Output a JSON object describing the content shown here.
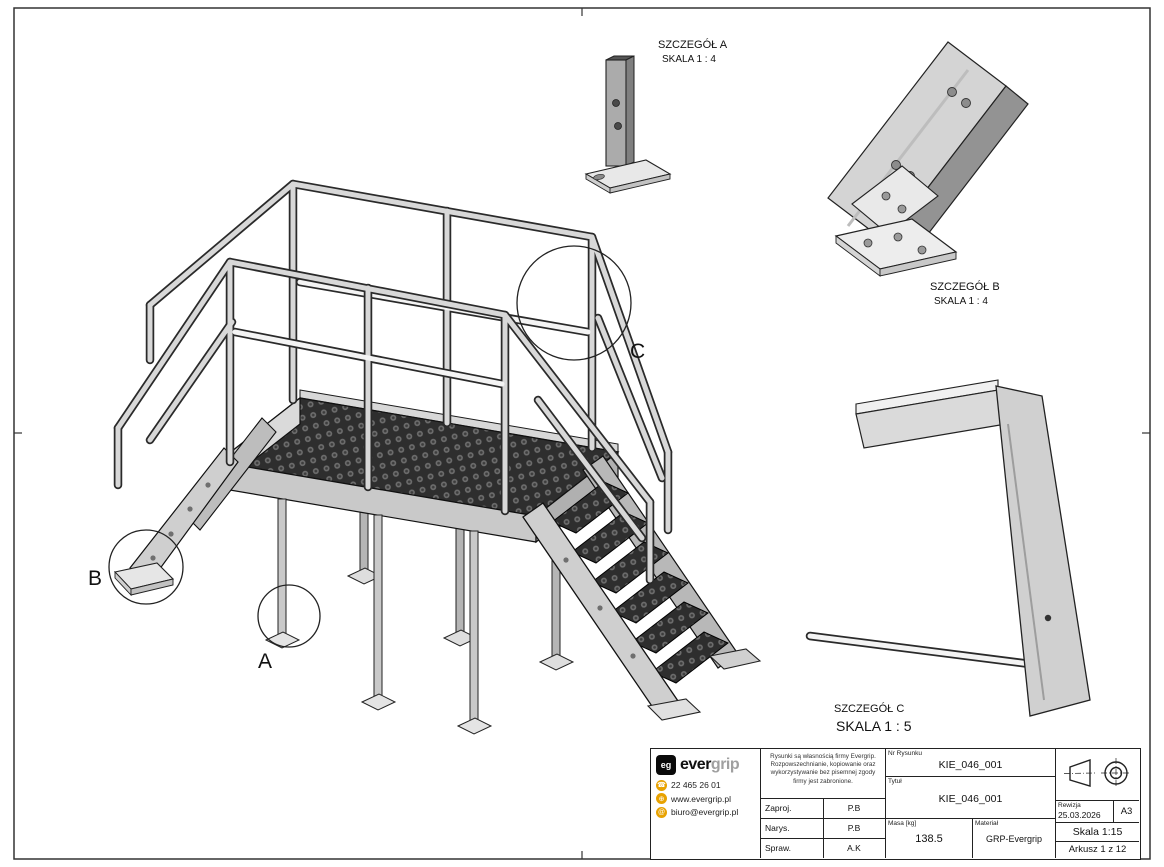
{
  "details": {
    "a": {
      "title": "SZCZEGÓŁ A",
      "scale": "SKALA 1 : 4"
    },
    "b": {
      "title": "SZCZEGÓŁ B",
      "scale": "SKALA 1 : 4"
    },
    "c": {
      "title": "SZCZEGÓŁ C",
      "scale": "SKALA  1 : 5"
    }
  },
  "callouts": {
    "a": "A",
    "b": "B",
    "c": "C"
  },
  "title_block": {
    "logo": {
      "icon": "eg",
      "name_black": "ever",
      "name_gray": "grip"
    },
    "contacts": [
      {
        "icon": "phone-icon",
        "glyph": "☎",
        "text": "22 465 26 01"
      },
      {
        "icon": "globe-icon",
        "glyph": "⊕",
        "text": "www.evergrip.pl"
      },
      {
        "icon": "email-icon",
        "glyph": "@",
        "text": "biuro@evergrip.pl"
      }
    ],
    "copyright": "Rysunki są własnością firmy Evergrip. Rozpowszechnianie, kopiowanie oraz wykorzystywanie bez pisemnej zgody firmy jest zabronione.",
    "sign_rows": [
      {
        "label": "Zaproj.",
        "value": "P.B"
      },
      {
        "label": "Narys.",
        "value": "P.B"
      },
      {
        "label": "Spraw.",
        "value": "A.K"
      }
    ],
    "nr_rysunku": {
      "label": "Nr Rysunku",
      "value": "KIE_046_001"
    },
    "tytul": {
      "label": "Tytuł",
      "value": "KIE_046_001"
    },
    "masa": {
      "label": "Masa [kg]",
      "value": "138.5"
    },
    "material": {
      "label": "Materiał",
      "value": "GRP-Evergrip"
    },
    "rewizja": {
      "label": "Rewizja",
      "value": "25.03.2026"
    },
    "format": "A3",
    "skala": "Skala 1:15",
    "arkusz": "Arkusz 1 z 12"
  }
}
